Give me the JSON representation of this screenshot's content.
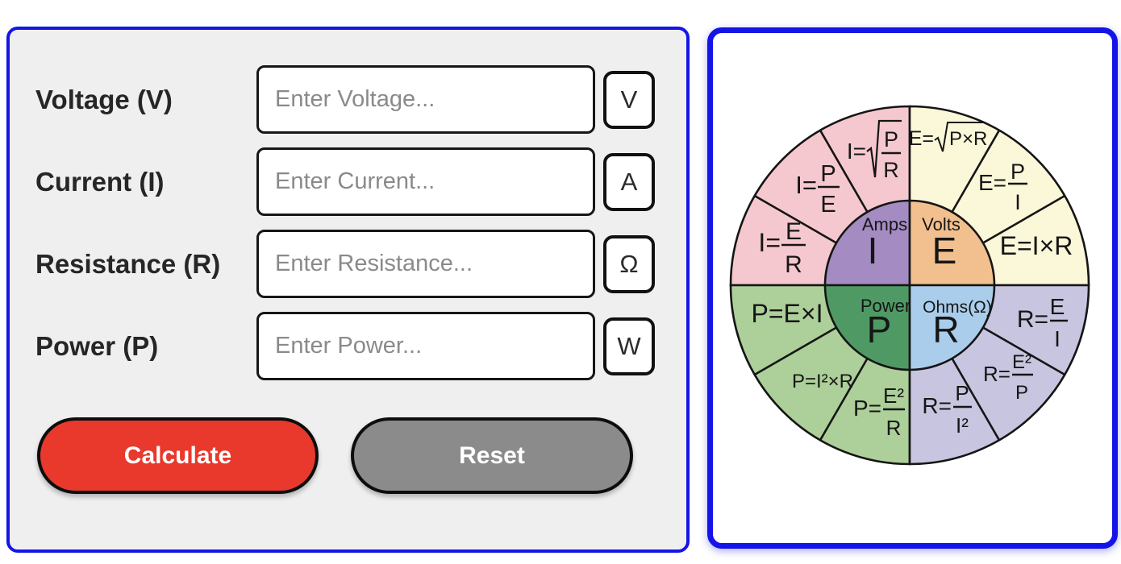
{
  "calculator": {
    "fields": [
      {
        "label": "Voltage (V)",
        "placeholder": "Enter Voltage...",
        "unit": "V"
      },
      {
        "label": "Current (I)",
        "placeholder": "Enter Current...",
        "unit": "A"
      },
      {
        "label": "Resistance (R)",
        "placeholder": "Enter Resistance...",
        "unit": "Ω"
      },
      {
        "label": "Power (P)",
        "placeholder": "Enter Power...",
        "unit": "W"
      }
    ],
    "calculate_label": "Calculate",
    "reset_label": "Reset",
    "colors": {
      "panel_border": "#1414e8",
      "panel_bg": "#f0efef",
      "calculate_bg": "#e8392c",
      "reset_bg": "#8b8b8b"
    }
  },
  "wheel": {
    "hub": {
      "amps": {
        "name": "Amps",
        "symbol": "I"
      },
      "volts": {
        "name": "Volts",
        "symbol": "E"
      },
      "power": {
        "name": "Power",
        "symbol": "P"
      },
      "ohms": {
        "name": "Ohms(Ω)",
        "symbol": "R"
      }
    },
    "formulas": {
      "i_e_over_r": {
        "prefix": "I=",
        "num": "E",
        "den": "R"
      },
      "i_p_over_e": {
        "prefix": "I=",
        "num": "P",
        "den": "E"
      },
      "i_sqrt_p_over_r": {
        "prefix": "I=",
        "num": "P",
        "den": "R"
      },
      "e_sqrt_p_times_r": {
        "prefix": "E=",
        "body": "P×R"
      },
      "e_p_over_i": {
        "prefix": "E=",
        "num": "P",
        "den": "I"
      },
      "e_i_times_r": {
        "text": "E=I×R"
      },
      "p_e_times_i": {
        "text": "P=E×I"
      },
      "p_i2_times_r": {
        "text": "P=I²×R"
      },
      "p_e2_over_r": {
        "prefix": "P=",
        "num": "E²",
        "den": "R"
      },
      "r_p_over_i2": {
        "prefix": "R=",
        "num": "P",
        "den": "I²"
      },
      "r_e2_over_p": {
        "prefix": "R=",
        "num": "E²",
        "den": "P"
      },
      "r_e_over_i": {
        "prefix": "R=",
        "num": "E",
        "den": "I"
      }
    },
    "colors": {
      "sector_i": "#f5c8cf",
      "sector_e": "#fbf7d9",
      "sector_p": "#adcf9a",
      "sector_r": "#c8c5e1",
      "hub_i": "#a48bc2",
      "hub_e": "#f2c08e",
      "hub_p": "#4f9a64",
      "hub_r": "#a9cdea",
      "line": "#151515",
      "panel_border": "#1414e8"
    }
  }
}
